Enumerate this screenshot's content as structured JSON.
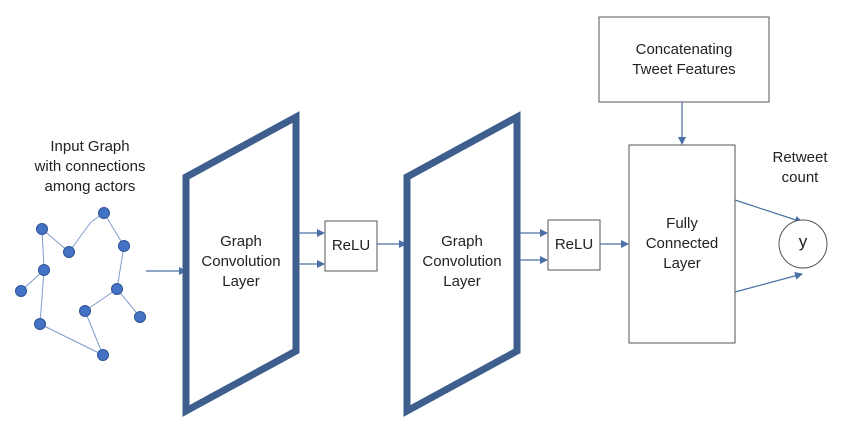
{
  "input_graph": {
    "label_lines": [
      "Input Graph",
      "with connections",
      "among actors"
    ]
  },
  "gcn_layer_1": {
    "label_lines": [
      "Graph",
      "Convolution",
      "Layer"
    ]
  },
  "relu_1": {
    "label": "ReLU"
  },
  "gcn_layer_2": {
    "label_lines": [
      "Graph",
      "Convolution",
      "Layer"
    ]
  },
  "relu_2": {
    "label": "ReLU"
  },
  "tweet_features": {
    "label_lines": [
      "Concatenating",
      "Tweet Features"
    ]
  },
  "fully_connected": {
    "label_lines": [
      "Fully",
      "Connected",
      "Layer"
    ]
  },
  "output": {
    "symbol": "y",
    "label_lines": [
      "Retweet",
      "count"
    ]
  },
  "colors": {
    "layer_plate": "#3e5e8e",
    "node_fill": "#4472c4",
    "node_stroke": "#2f5597",
    "edge": "#7f9cc9",
    "arrow": "#4a6fa5",
    "box_border": "#555555"
  }
}
